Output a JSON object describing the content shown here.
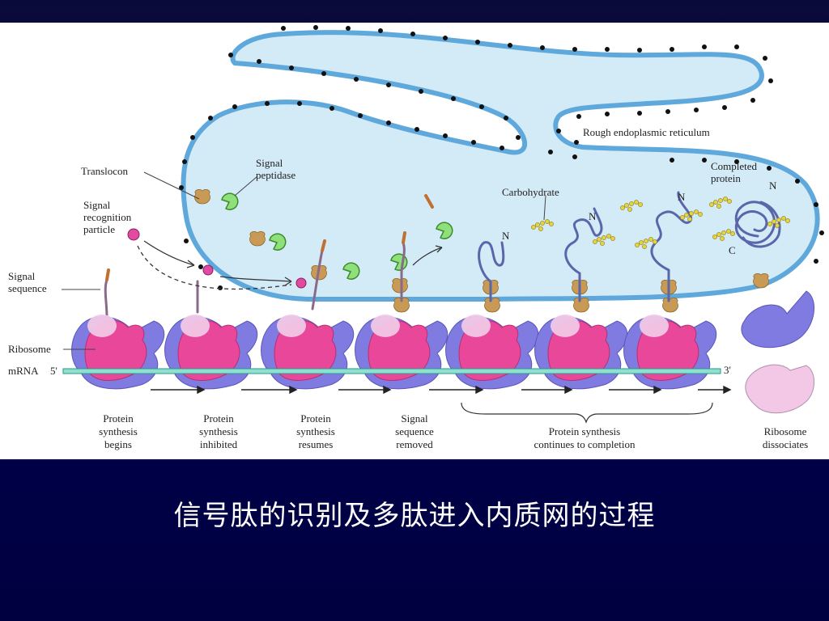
{
  "labels": {
    "translocon": "Translocon",
    "signal_peptidase": [
      "Signal",
      "peptidase"
    ],
    "srp": [
      "Signal",
      "recognition",
      "particle"
    ],
    "signal_sequence": [
      "Signal",
      "sequence"
    ],
    "ribosome": "Ribosome",
    "mrna": "mRNA",
    "five_prime": "5'",
    "three_prime": "3'",
    "rough_er": "Rough endoplasmic reticulum",
    "carbohydrate": "Carbohydrate",
    "completed_protein": [
      "Completed",
      "protein"
    ],
    "n_terminus": "N",
    "c_terminus": "C"
  },
  "stages": [
    [
      "Protein",
      "synthesis",
      "begins"
    ],
    [
      "Protein",
      "synthesis",
      "inhibited"
    ],
    [
      "Protein",
      "synthesis",
      "resumes"
    ],
    [
      "Signal",
      "sequence",
      "removed"
    ],
    [
      "Protein synthesis",
      "continues to completion"
    ],
    [
      "Ribosome",
      "dissociates"
    ]
  ],
  "caption": "信号肽的识别及多肽进入内质网的过程"
}
